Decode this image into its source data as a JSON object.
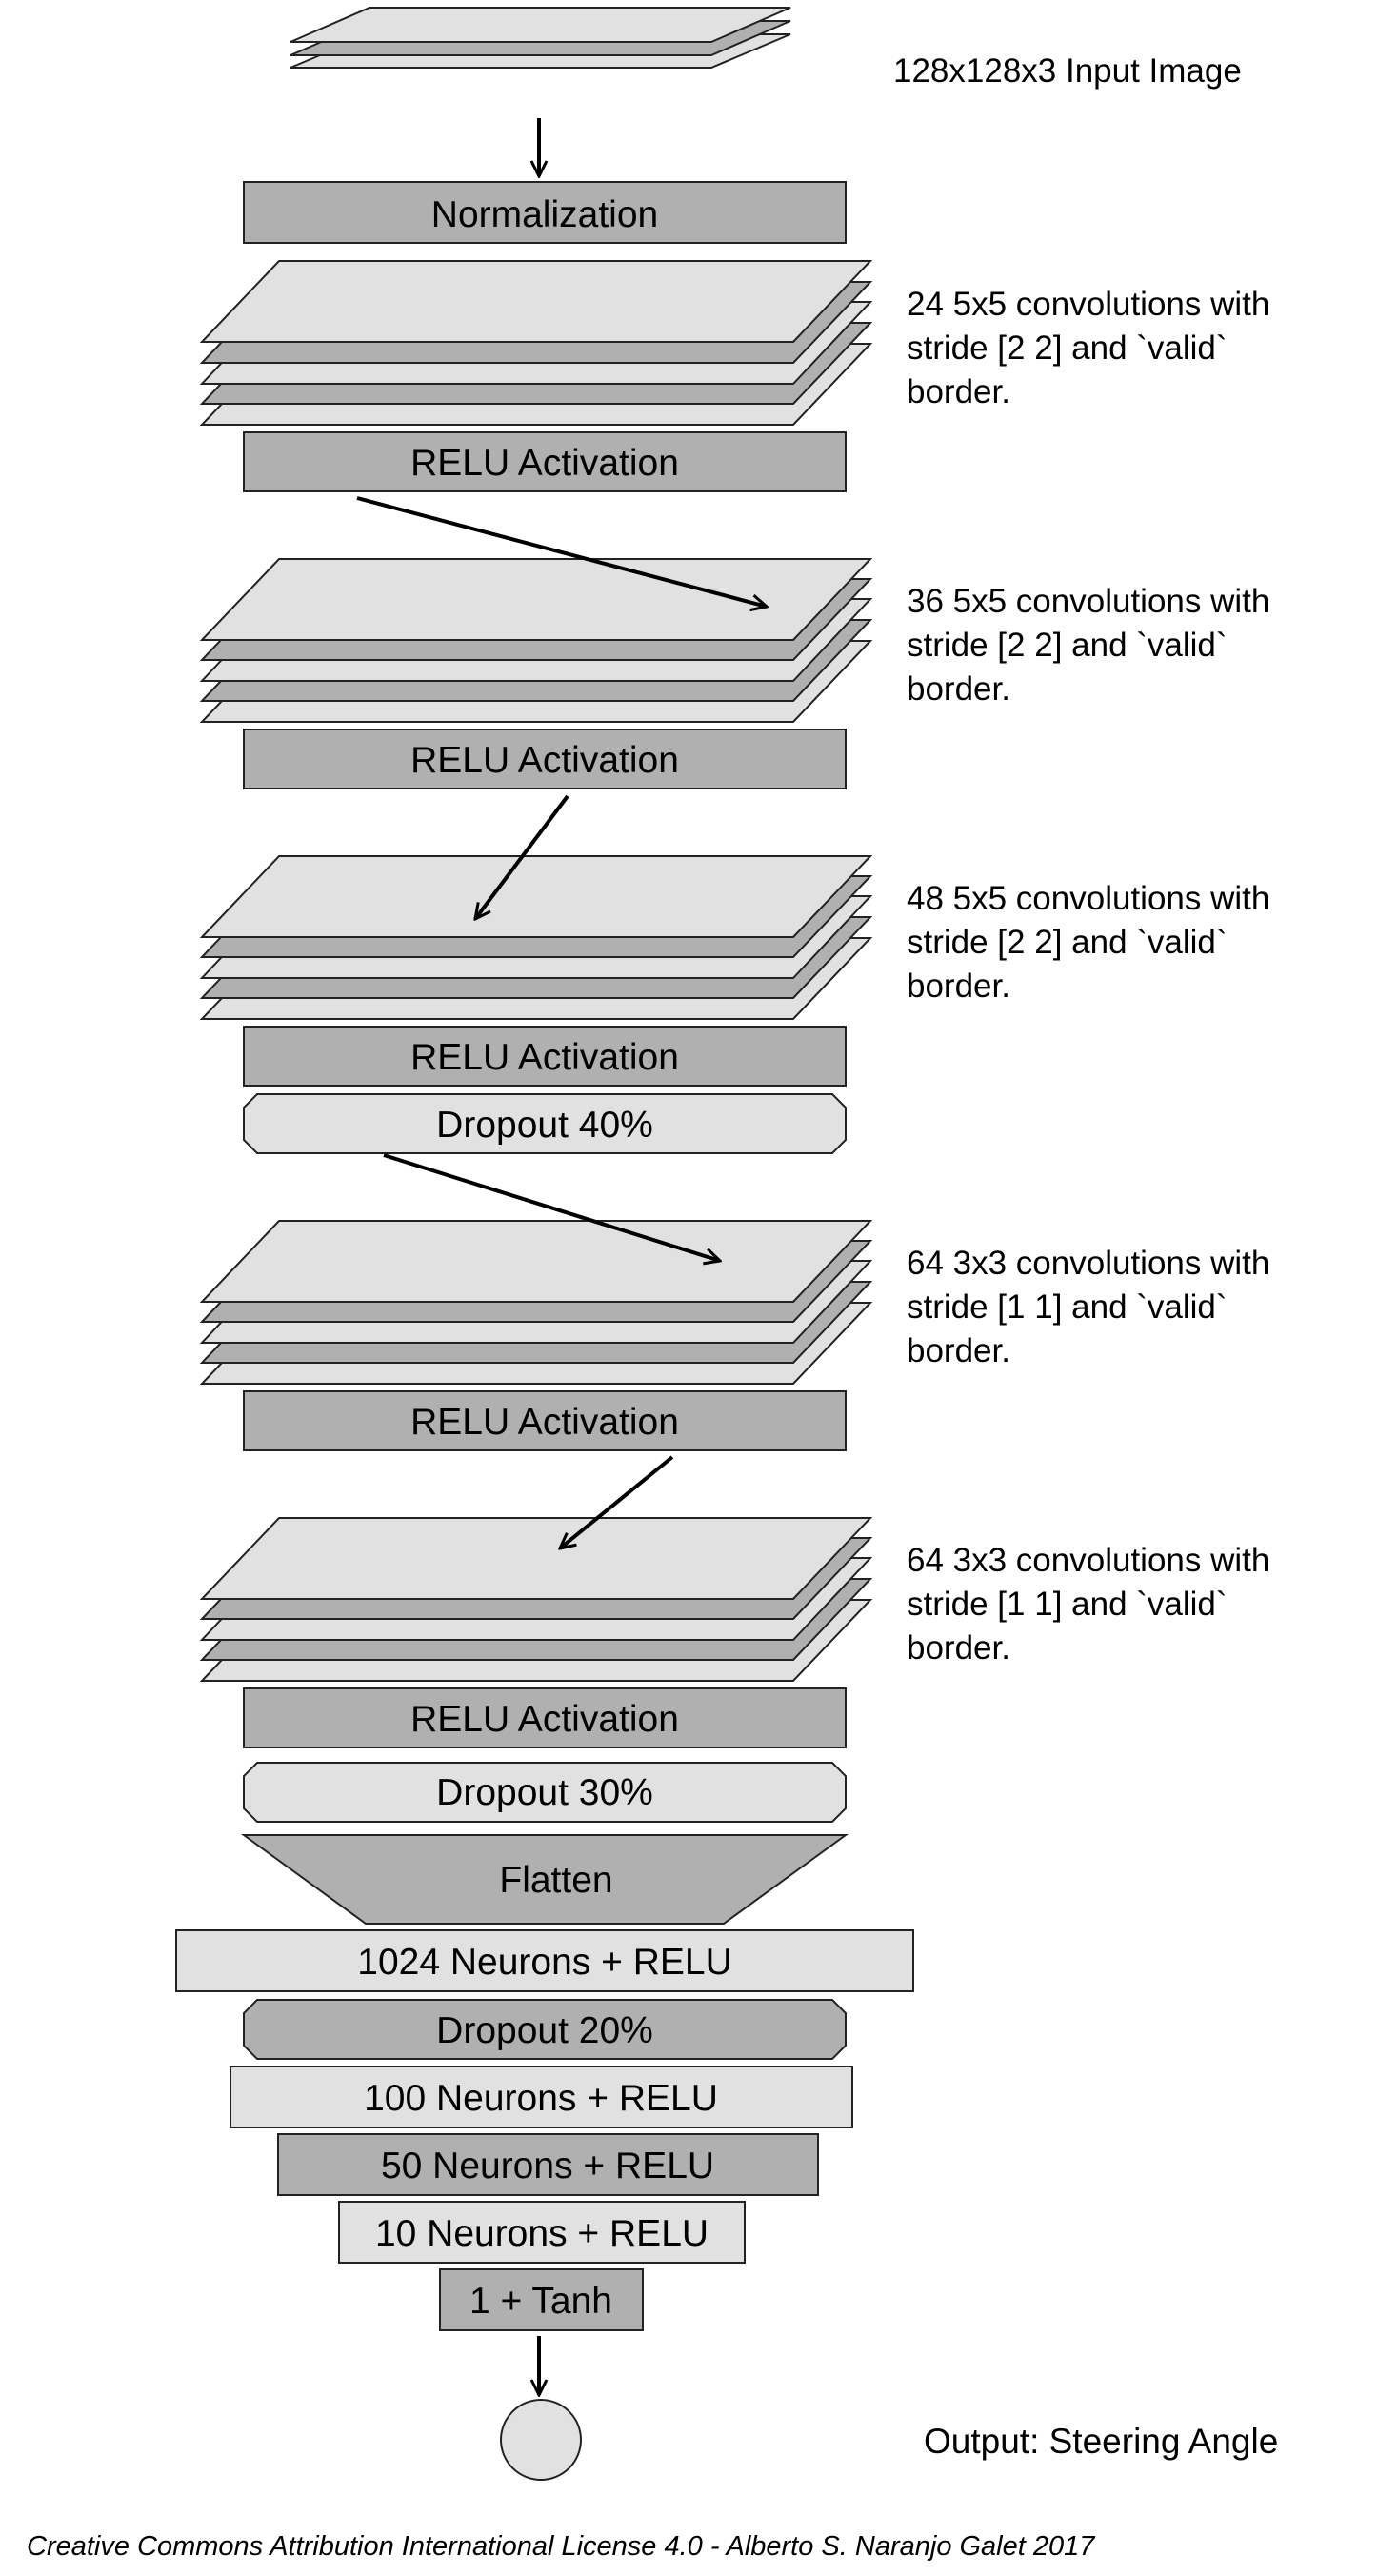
{
  "input": {
    "label": "128x128x3 Input Image"
  },
  "normalization": {
    "label": "Normalization"
  },
  "conv_layers": [
    {
      "desc": [
        "24 5x5 convolutions with",
        "stride [2  2] and `valid`",
        "border."
      ],
      "activation": "RELU Activation"
    },
    {
      "desc": [
        "36 5x5 convolutions with",
        "stride [2  2] and `valid`",
        "border."
      ],
      "activation": "RELU Activation"
    },
    {
      "desc": [
        "48 5x5 convolutions with",
        "stride [2  2] and `valid`",
        "border."
      ],
      "activation": "RELU Activation",
      "dropout": "Dropout 40%"
    },
    {
      "desc": [
        "64 3x3 convolutions with",
        "stride [1  1] and `valid`",
        "border."
      ],
      "activation": "RELU Activation"
    },
    {
      "desc": [
        "64 3x3 convolutions with",
        "stride [1  1] and `valid`",
        "border."
      ],
      "activation": "RELU Activation",
      "dropout": "Dropout 30%"
    }
  ],
  "flatten": {
    "label": "Flatten"
  },
  "dense": [
    {
      "label": "1024 Neurons + RELU"
    },
    {
      "label": "Dropout 20%"
    },
    {
      "label": "100 Neurons + RELU"
    },
    {
      "label": "50 Neurons + RELU"
    },
    {
      "label": "10 Neurons + RELU"
    },
    {
      "label": "1 + Tanh"
    }
  ],
  "output": {
    "label": "Output: Steering Angle"
  },
  "license": {
    "text": "Creative Commons Attribution International License 4.0 - Alberto S. Naranjo Galet 2017"
  },
  "colors": {
    "light": "#e1e1e1",
    "dark": "#b0b0b0",
    "stroke": "#222222"
  }
}
